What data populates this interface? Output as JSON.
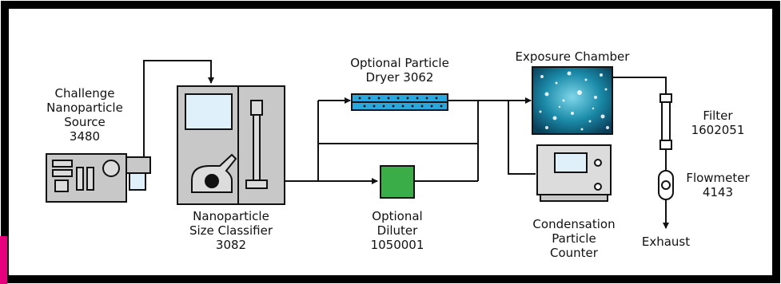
{
  "diagram": {
    "colors": {
      "frame": "#000000",
      "accent": "#e6007e",
      "device_body": "#c8c8c8",
      "device_light": "#dcdcdc",
      "screen": "#dff0fa",
      "dryer_fill": "#2aa7dc",
      "diluter_fill": "#3aac48",
      "chamber_fill": "#0e6e8a"
    },
    "components": {
      "source": {
        "lines": [
          "Challenge",
          "Nanoparticle",
          "Source",
          "3480"
        ],
        "icon": "aerosol-generator-icon"
      },
      "classifier": {
        "lines": [
          "Nanoparticle",
          "Size Classifier",
          "3082"
        ],
        "icon": "size-classifier-icon"
      },
      "dryer": {
        "lines": [
          "Optional Particle",
          "Dryer 3062"
        ],
        "icon": "particle-dryer-icon"
      },
      "diluter": {
        "lines": [
          "Optional",
          "Diluter",
          "1050001"
        ],
        "icon": "diluter-icon"
      },
      "chamber": {
        "lines": [
          "Exposure Chamber"
        ],
        "icon": "exposure-chamber-icon"
      },
      "cpc": {
        "lines": [
          "Condensation",
          "Particle",
          "Counter"
        ],
        "icon": "particle-counter-icon"
      },
      "filter": {
        "lines": [
          "Filter",
          "1602051"
        ],
        "icon": "filter-icon"
      },
      "flowmeter": {
        "lines": [
          "Flowmeter",
          "4143"
        ],
        "icon": "flowmeter-icon"
      },
      "exhaust": {
        "lines": [
          "Exhaust"
        ]
      }
    }
  }
}
